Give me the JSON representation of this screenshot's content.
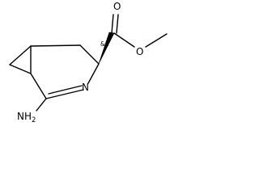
{
  "molecule": {
    "atoms": {
      "carbonyl_oxygen": "O",
      "ester_oxygen": "O",
      "ring_nitrogen": "N",
      "amine": "NH",
      "amine_subscript": "2"
    },
    "stereo_label": "&1"
  }
}
